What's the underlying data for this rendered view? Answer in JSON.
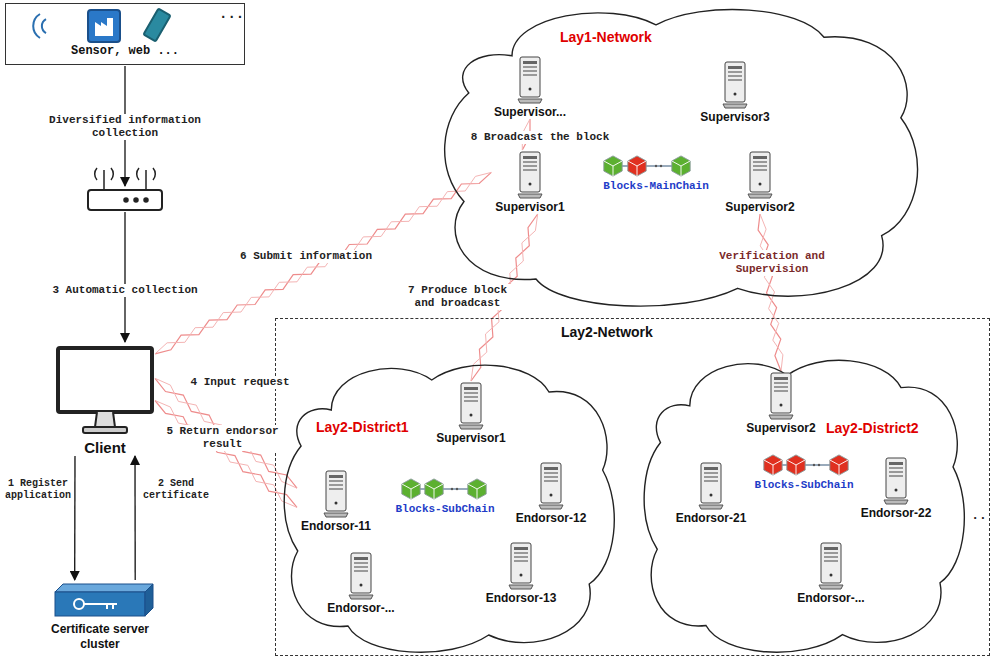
{
  "diagram": {
    "nodes": [
      {
        "text": [
          "Sensor, web ..."
        ]
      },
      {
        "text": [
          "Client"
        ]
      },
      {
        "text": [
          "Certificate server cluster"
        ]
      },
      {
        "text": [
          "Lay1-Network"
        ]
      },
      {
        "text": [
          "Supervisor..."
        ],
        "in": 3
      },
      {
        "text": [
          "Supervisor3"
        ],
        "in": 3
      },
      {
        "text": [
          "Supervisor1"
        ],
        "in": 3
      },
      {
        "text": [
          "Supervisor2"
        ],
        "in": 3
      },
      {
        "text": [
          "Lay2-Network"
        ]
      },
      {
        "text": [
          "Lay2-District1"
        ],
        "in": 8
      },
      {
        "text": [
          "Supervisor1"
        ],
        "in": 9
      },
      {
        "text": [
          "Endorsor-11"
        ],
        "in": 9
      },
      {
        "text": [
          "Endorsor-12"
        ],
        "in": 9
      },
      {
        "text": [
          "Endorsor-..."
        ],
        "in": 9
      },
      {
        "text": [
          "Endorsor-13"
        ],
        "in": 9
      },
      {
        "text": [
          "Lay2-District2"
        ],
        "in": 8
      },
      {
        "text": [
          "Supervisor2"
        ],
        "in": 15
      },
      {
        "text": [
          "Endorsor-21"
        ],
        "in": 15
      },
      {
        "text": [
          "Endorsor-22"
        ],
        "in": 15
      },
      {
        "text": [
          "Endorsor-..."
        ],
        "in": 15
      }
    ],
    "edges": [
      {
        "from": 1,
        "to": 2,
        "arrow": "to",
        "label": "1 Register application"
      },
      {
        "from": 2,
        "to": 1,
        "arrow": "to",
        "label": "2 Send certificate"
      },
      {
        "from": 1,
        "to": 11,
        "arrow": "none",
        "label": "4 Input request"
      },
      {
        "from": 1,
        "to": 11,
        "arrow": "none",
        "label": "5 Return endorsor result"
      },
      {
        "from": 1,
        "to": 6,
        "arrow": "none",
        "label": "6 Submit information"
      },
      {
        "from": 10,
        "to": 6,
        "arrow": "none",
        "label": "7 Produce block and broadcast"
      },
      {
        "from": 6,
        "to": 4,
        "arrow": "none",
        "label": "8 Broadcast the block"
      },
      {
        "from": 7,
        "to": 16,
        "arrow": "none",
        "label": "Verification and Supervision"
      }
    ],
    "labels": [
      "...",
      "Diversified information collection",
      "3 Automatic collection",
      "Blocks-MainChain",
      "Blocks-SubChain",
      "Blocks-SubChain",
      ".."
    ]
  }
}
